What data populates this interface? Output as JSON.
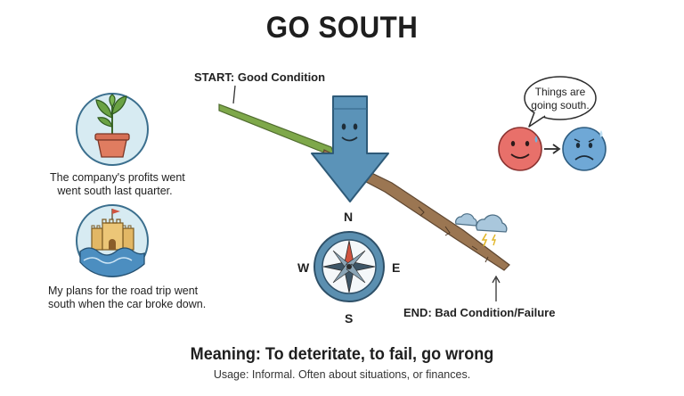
{
  "title": "GO SOUTH",
  "start_label": "START: Good Condition",
  "end_label": "END: Bad Condition/Failure",
  "speech_bubble": {
    "line1": "Things are",
    "line2": "going south."
  },
  "examples": [
    {
      "line1": "The company's profits went",
      "line2": "went south last quarter."
    },
    {
      "line1": "My plans for the road trip went",
      "line2": "south   when the car broke down."
    }
  ],
  "compass": {
    "north": "N",
    "south": "S",
    "east": "E",
    "west": "W"
  },
  "meaning": "Meaning: To deteritate, to fail, go wrong",
  "usage": "Usage: Informal. Often about situations, or finances.",
  "colors": {
    "arrow_blue": "#5b93b8",
    "slope_green": "#7ea84a",
    "slope_brown": "#9b7652",
    "happy_face": "#e8706a",
    "sad_face": "#6fa8d6",
    "circle_bg": "#d7ebf2"
  }
}
